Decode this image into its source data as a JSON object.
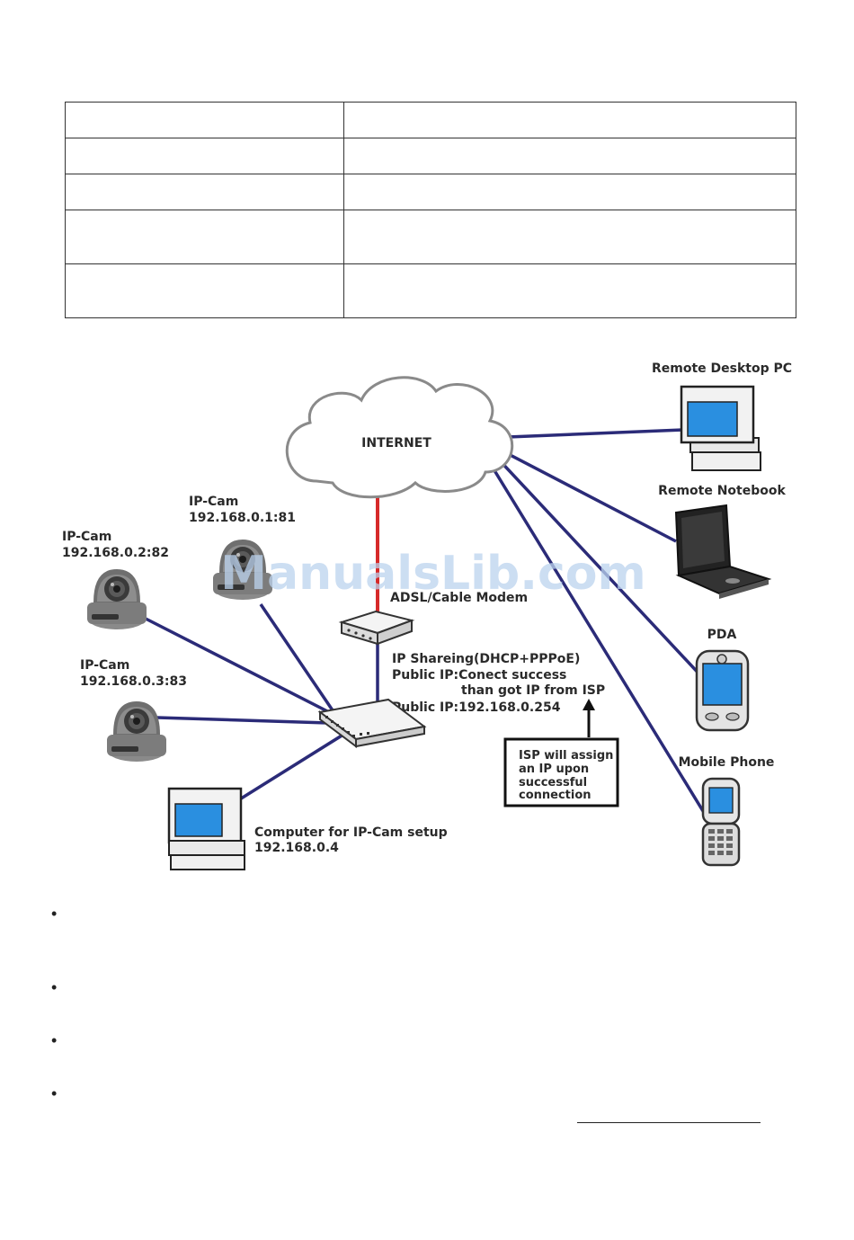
{
  "table": {
    "rows": [
      {
        "h": 40
      },
      {
        "h": 40
      },
      {
        "h": 40
      },
      {
        "h": 60
      },
      {
        "h": 60
      }
    ]
  },
  "diagram": {
    "internet": "INTERNET",
    "remote_desktop": "Remote Desktop PC",
    "remote_notebook": "Remote Notebook",
    "pda": "PDA",
    "mobile_phone": "Mobile Phone",
    "cam1_name": "IP-Cam",
    "cam1_ip": "192.168.0.1:81",
    "cam2_name": "IP-Cam",
    "cam2_ip": "192.168.0.2:82",
    "cam3_name": "IP-Cam",
    "cam3_ip": "192.168.0.3:83",
    "modem": "ADSL/Cable Modem",
    "ip_share_1": "IP Shareing(DHCP+PPPoE)",
    "ip_share_2": "Public IP:Conect success",
    "ip_share_3": "than got IP from ISP",
    "ip_share_4": "Public IP:192.168.0.254",
    "isp_1": "ISP will assign",
    "isp_2": "an IP upon",
    "isp_3": "successful",
    "isp_4": "connection",
    "computer_1": "Computer for IP-Cam setup",
    "computer_2": "192.168.0.4",
    "watermark": "ManualsLib.com"
  },
  "bullets": [
    "•",
    "•",
    "•",
    "•"
  ],
  "colors": {
    "link": "#2b2b78",
    "modem_link": "#d62a2a",
    "screen": "#2a8fe0"
  }
}
